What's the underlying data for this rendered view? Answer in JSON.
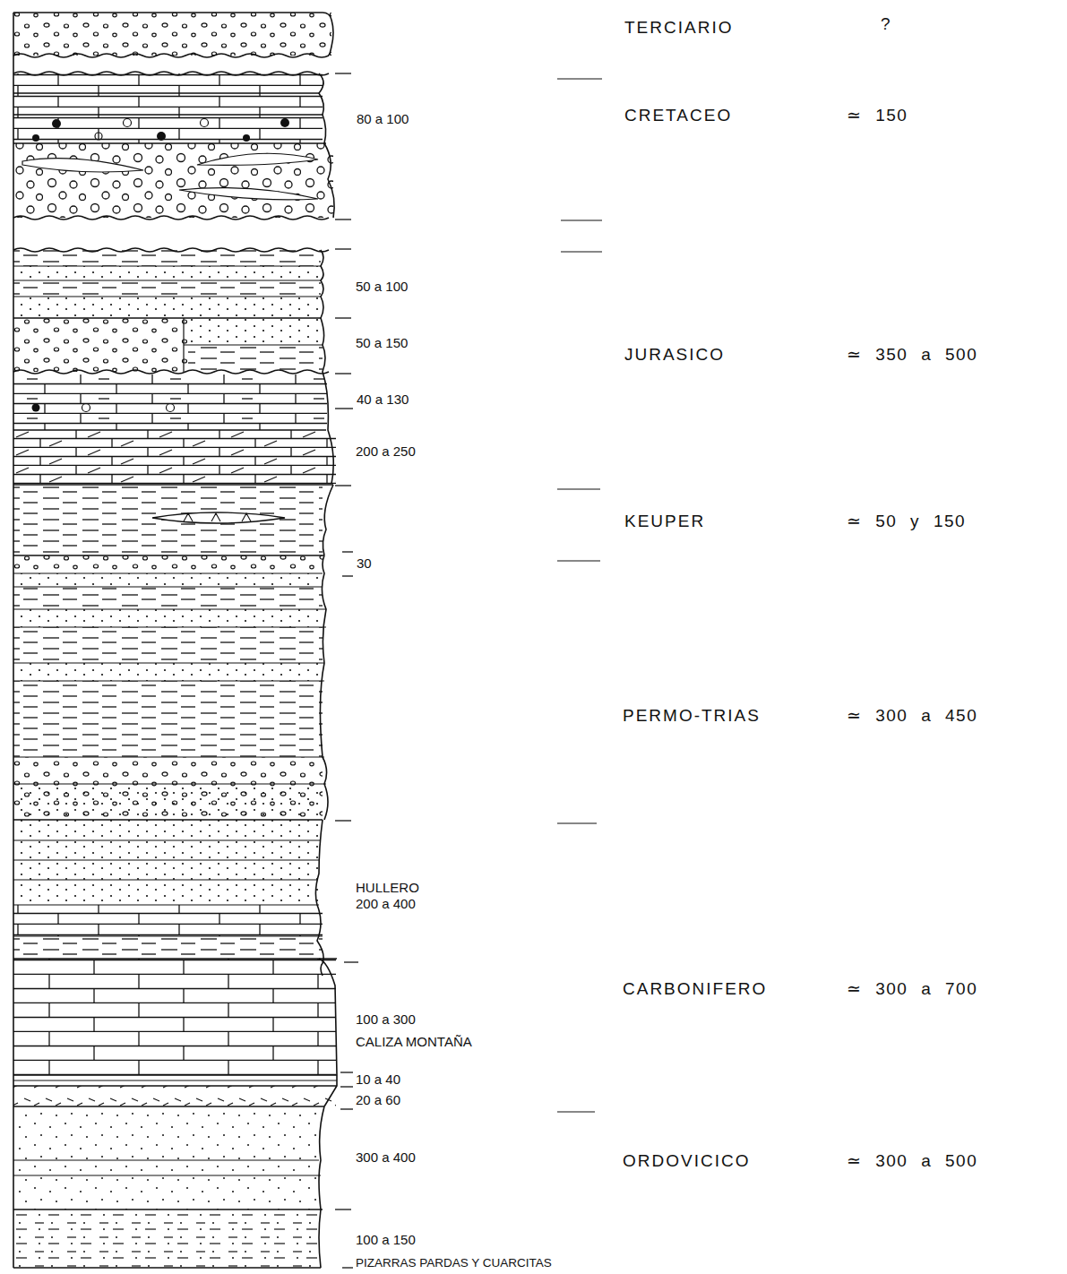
{
  "diagram": {
    "labels": [
      "TERCIARIO",
      "?",
      "80 a 100",
      "CRETACEO",
      "≃ 150",
      "50 a 100",
      "50 a 150",
      "JURASICO",
      "≃ 350 a 500",
      "40 a 130",
      "200 a 250",
      "KEUPER",
      "≃ 50 y 150",
      "30",
      "PERMO-TRIAS",
      "≃ 300 a 450",
      "HULLERO 200 a 400",
      "CARBONIFERO",
      "≃ 300 a 700",
      "100 a 300",
      "CALIZA MONTAÑA",
      "10 a 40",
      "20 a 60",
      "300 a 400",
      "ORDOVICICO",
      "≃ 300 a 500",
      "100 a 150",
      "PIZARRAS PARDAS Y CUARCITAS"
    ]
  }
}
